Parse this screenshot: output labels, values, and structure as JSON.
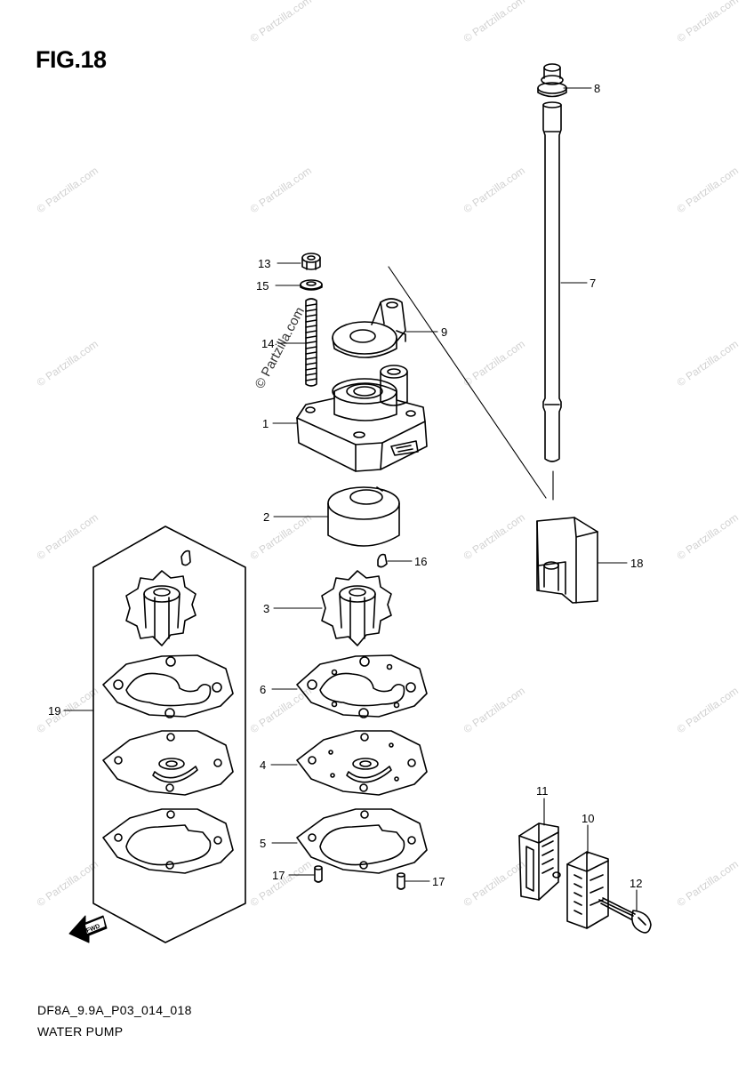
{
  "figure": {
    "title": "FIG.18",
    "code": "DF8A_9.9A_P03_014_018",
    "name": "WATER PUMP"
  },
  "watermark": {
    "text": "© Partzilla.com"
  },
  "fwd_label": "FWD",
  "callouts": {
    "c1": "1",
    "c2": "2",
    "c3": "3",
    "c4": "4",
    "c5": "5",
    "c6": "6",
    "c7": "7",
    "c8": "8",
    "c9": "9",
    "c10": "10",
    "c11": "11",
    "c12": "12",
    "c13": "13",
    "c14": "14",
    "c15": "15",
    "c16": "16",
    "c17a": "17",
    "c17b": "17",
    "c18": "18",
    "c19": "19"
  }
}
